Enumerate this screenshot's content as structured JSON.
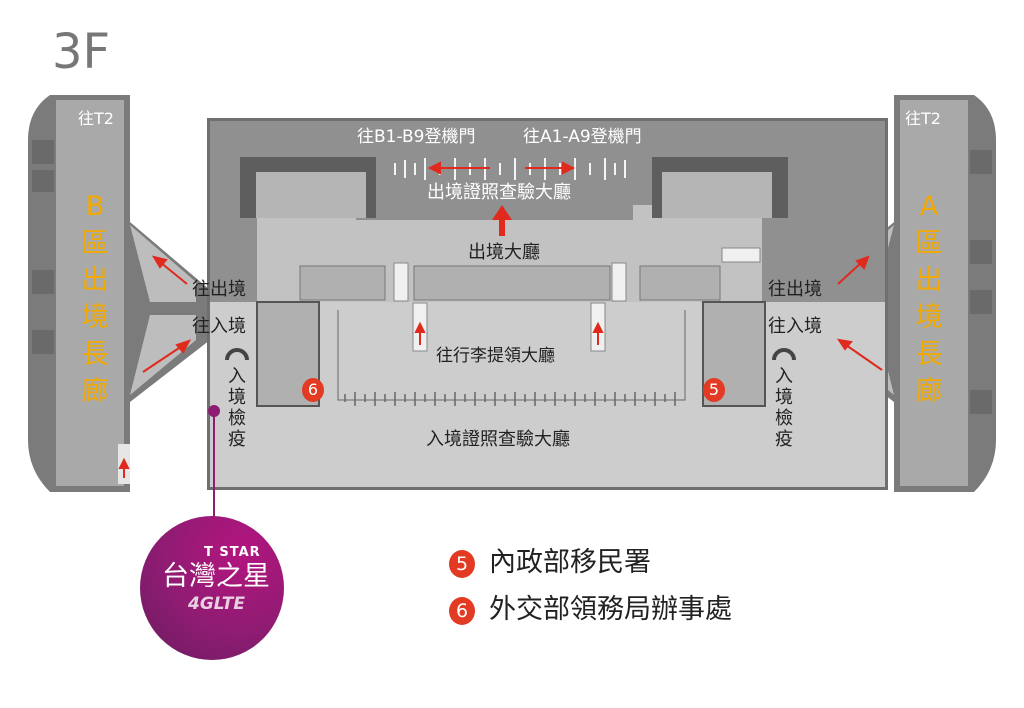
{
  "floor_label": "3F",
  "left_pier": {
    "to_t2": "往T2",
    "name": "B區出境長廊"
  },
  "right_pier": {
    "to_t2": "往T2",
    "name": "A區出境長廊"
  },
  "left_side": {
    "to_departure": "往出境",
    "to_arrival": "往入境",
    "quarantine": "入境檢疫"
  },
  "right_side": {
    "to_departure": "往出境",
    "to_arrival": "往入境",
    "quarantine": "入境檢疫"
  },
  "gates": {
    "b_gates": "往B1-B9登機門",
    "a_gates": "往A1-A9登機門"
  },
  "areas": {
    "departure_passport_hall": "出境證照查驗大廳",
    "departure_hall": "出境大廳",
    "to_baggage_claim": "往行李提領大廳",
    "arrival_passport_hall": "入境證照查驗大廳"
  },
  "markers": {
    "five": "5",
    "six": "6"
  },
  "legend": [
    {
      "num": "5",
      "label": "內政部移民署"
    },
    {
      "num": "6",
      "label": "外交部領務局辦事處"
    }
  ],
  "logo": {
    "brand_en": "T STAR",
    "brand_zh": "台灣之星",
    "tag": "4GLTE"
  },
  "colors": {
    "accent_red": "#e23a23",
    "orange": "#f2a900",
    "purple": "#8e1c72"
  }
}
